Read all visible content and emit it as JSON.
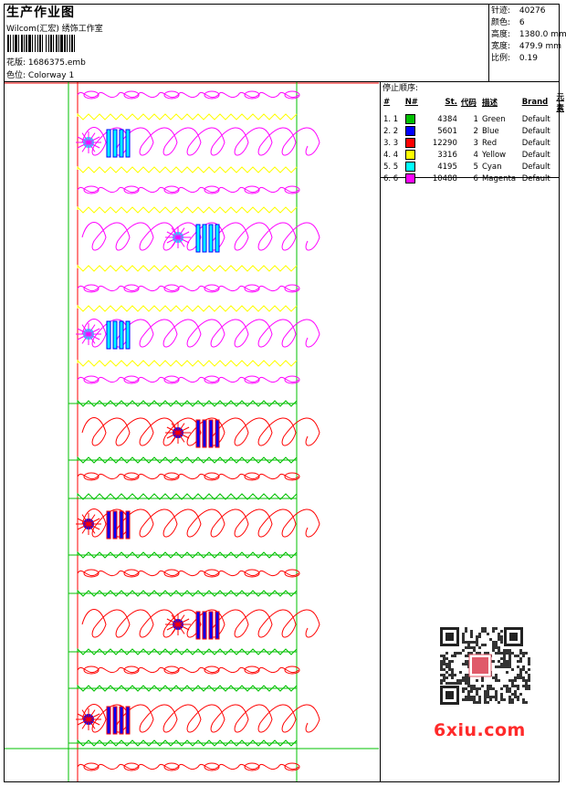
{
  "header": {
    "title": "生产作业图",
    "company": "Wilcom(汇宏) 绣饰工作室",
    "design_label": "花版:",
    "design_file": "1686375.emb",
    "colorway_label": "色位:",
    "colorway": "Colorway 1"
  },
  "stats": [
    {
      "label": "针迹:",
      "value": "40276"
    },
    {
      "label": "颜色:",
      "value": "6"
    },
    {
      "label": "高度:",
      "value": "1380.0 mm"
    },
    {
      "label": "宽度:",
      "value": "479.9 mm"
    },
    {
      "label": "比例:",
      "value": "0.19"
    }
  ],
  "stop_sequence": {
    "title": "停止顺序:",
    "headers": [
      "#",
      "N#",
      "St.",
      "代码",
      "描述",
      "Brand",
      "元素"
    ],
    "rows": [
      {
        "index": "1. 1",
        "color": "#00c000",
        "stitches": "4384",
        "code": "1",
        "desc": "Green",
        "brand": "Default"
      },
      {
        "index": "2. 2",
        "color": "#0000ff",
        "stitches": "5601",
        "code": "2",
        "desc": "Blue",
        "brand": "Default"
      },
      {
        "index": "3. 3",
        "color": "#ff0000",
        "stitches": "12290",
        "code": "3",
        "desc": "Red",
        "brand": "Default"
      },
      {
        "index": "4. 4",
        "color": "#ffff00",
        "stitches": "3316",
        "code": "4",
        "desc": "Yellow",
        "brand": "Default"
      },
      {
        "index": "5. 5",
        "color": "#00ffff",
        "stitches": "4195",
        "code": "5",
        "desc": "Cyan",
        "brand": "Default"
      },
      {
        "index": "6. 6",
        "color": "#ff00ff",
        "stitches": "10488",
        "code": "6",
        "desc": "Magenta",
        "brand": "Default"
      }
    ]
  },
  "watermark": "6xiu.com",
  "colors": {
    "magenta": "#ff00ff",
    "red": "#ff0000",
    "green": "#00c000",
    "yellow": "#ffff00",
    "cyan": "#00ffff",
    "blue": "#0000ff"
  }
}
